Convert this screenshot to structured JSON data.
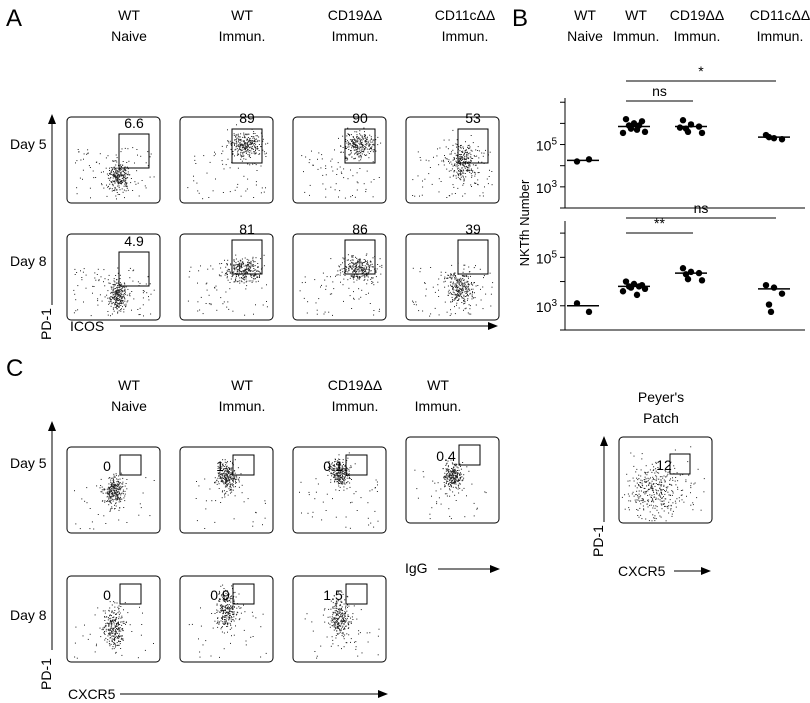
{
  "panel_letters": [
    "A",
    "B",
    "C"
  ],
  "panelA": {
    "headers": [
      {
        "line1": "WT",
        "line2": "Naive"
      },
      {
        "line1": "WT",
        "line2": "Immun."
      },
      {
        "line1": "CD19ΔΔ",
        "line2": "Immun."
      },
      {
        "line1": "CD11cΔΔ",
        "line2": "Immun."
      }
    ],
    "rows": [
      "Day 5",
      "Day 8"
    ],
    "yaxis": "PD-1",
    "xaxis": "ICOS",
    "gates": [
      [
        "6.6",
        "89",
        "90",
        "53"
      ],
      [
        "4.9",
        "81",
        "86",
        "39"
      ]
    ]
  },
  "panelC": {
    "headers": [
      {
        "line1": "WT",
        "line2": "Naive"
      },
      {
        "line1": "WT",
        "line2": "Immun."
      },
      {
        "line1": "CD19ΔΔ",
        "line2": "Immun."
      },
      {
        "line1": "WT",
        "line2": "Immun."
      }
    ],
    "rows": [
      "Day 5",
      "Day 8"
    ],
    "yaxis": "PD-1",
    "xaxis": "CXCR5",
    "igg_label": "IgG",
    "gates": [
      [
        "0",
        "1",
        "0.1",
        "0.4"
      ],
      [
        "0",
        "0.9",
        "1.5"
      ]
    ],
    "peyers": {
      "line1": "Peyer's",
      "line2": "Patch",
      "value": "12",
      "yaxis": "PD-1",
      "xaxis": "CXCR5"
    }
  },
  "chart_data": {
    "type": "scatter",
    "ylabel": "NKTfh Number",
    "yscale": "log",
    "categories": [
      {
        "line1": "WT",
        "line2": "Naive"
      },
      {
        "line1": "WT",
        "line2": "Immun."
      },
      {
        "line1": "CD19ΔΔ",
        "line2": "Immun."
      },
      {
        "line1": "CD11cΔΔ",
        "line2": "Immun."
      }
    ],
    "panels": [
      {
        "ylim_log10": [
          2.0,
          7.2
        ],
        "ticks": [
          {
            "base": "10",
            "exp": "3",
            "log10": 3
          },
          {
            "base": "10",
            "exp": "5",
            "log10": 5
          }
        ],
        "series": [
          {
            "category": 0,
            "log10_values": [
              4.2,
              4.3
            ],
            "median_log10": 4.25
          },
          {
            "category": 1,
            "log10_values": [
              6.2,
              6.0,
              6.1,
              5.9,
              5.75,
              5.6,
              5.55,
              5.7,
              5.9
            ],
            "median_log10": 5.85
          },
          {
            "category": 2,
            "log10_values": [
              6.15,
              5.95,
              5.85,
              5.75,
              5.6,
              5.55,
              5.8
            ],
            "median_log10": 5.85
          },
          {
            "category": 3,
            "log10_values": [
              5.45,
              5.3,
              5.25,
              5.35
            ],
            "median_log10": 5.35
          }
        ],
        "comparisons": [
          {
            "from": 1,
            "to": 2,
            "label": "ns"
          },
          {
            "from": 1,
            "to": 3,
            "label": "*"
          }
        ]
      },
      {
        "ylim_log10": [
          2.0,
          6.5
        ],
        "ticks": [
          {
            "base": "10",
            "exp": "3",
            "log10": 3
          },
          {
            "base": "10",
            "exp": "5",
            "log10": 5
          }
        ],
        "series": [
          {
            "category": 0,
            "log10_values": [
              3.1,
              2.75
            ],
            "median_log10": 3.0
          },
          {
            "category": 1,
            "log10_values": [
              4.0,
              3.9,
              3.85,
              3.8,
              3.75,
              3.7,
              3.6,
              3.45,
              3.8
            ],
            "median_log10": 3.8
          },
          {
            "category": 2,
            "log10_values": [
              4.55,
              4.4,
              4.35,
              4.3,
              4.1,
              4.05
            ],
            "median_log10": 4.35
          },
          {
            "category": 3,
            "log10_values": [
              3.85,
              3.75,
              3.5,
              3.05,
              2.75
            ],
            "median_log10": 3.7
          }
        ],
        "comparisons": [
          {
            "from": 1,
            "to": 2,
            "label": "**"
          },
          {
            "from": 1,
            "to": 3,
            "label": "ns"
          }
        ]
      }
    ]
  }
}
